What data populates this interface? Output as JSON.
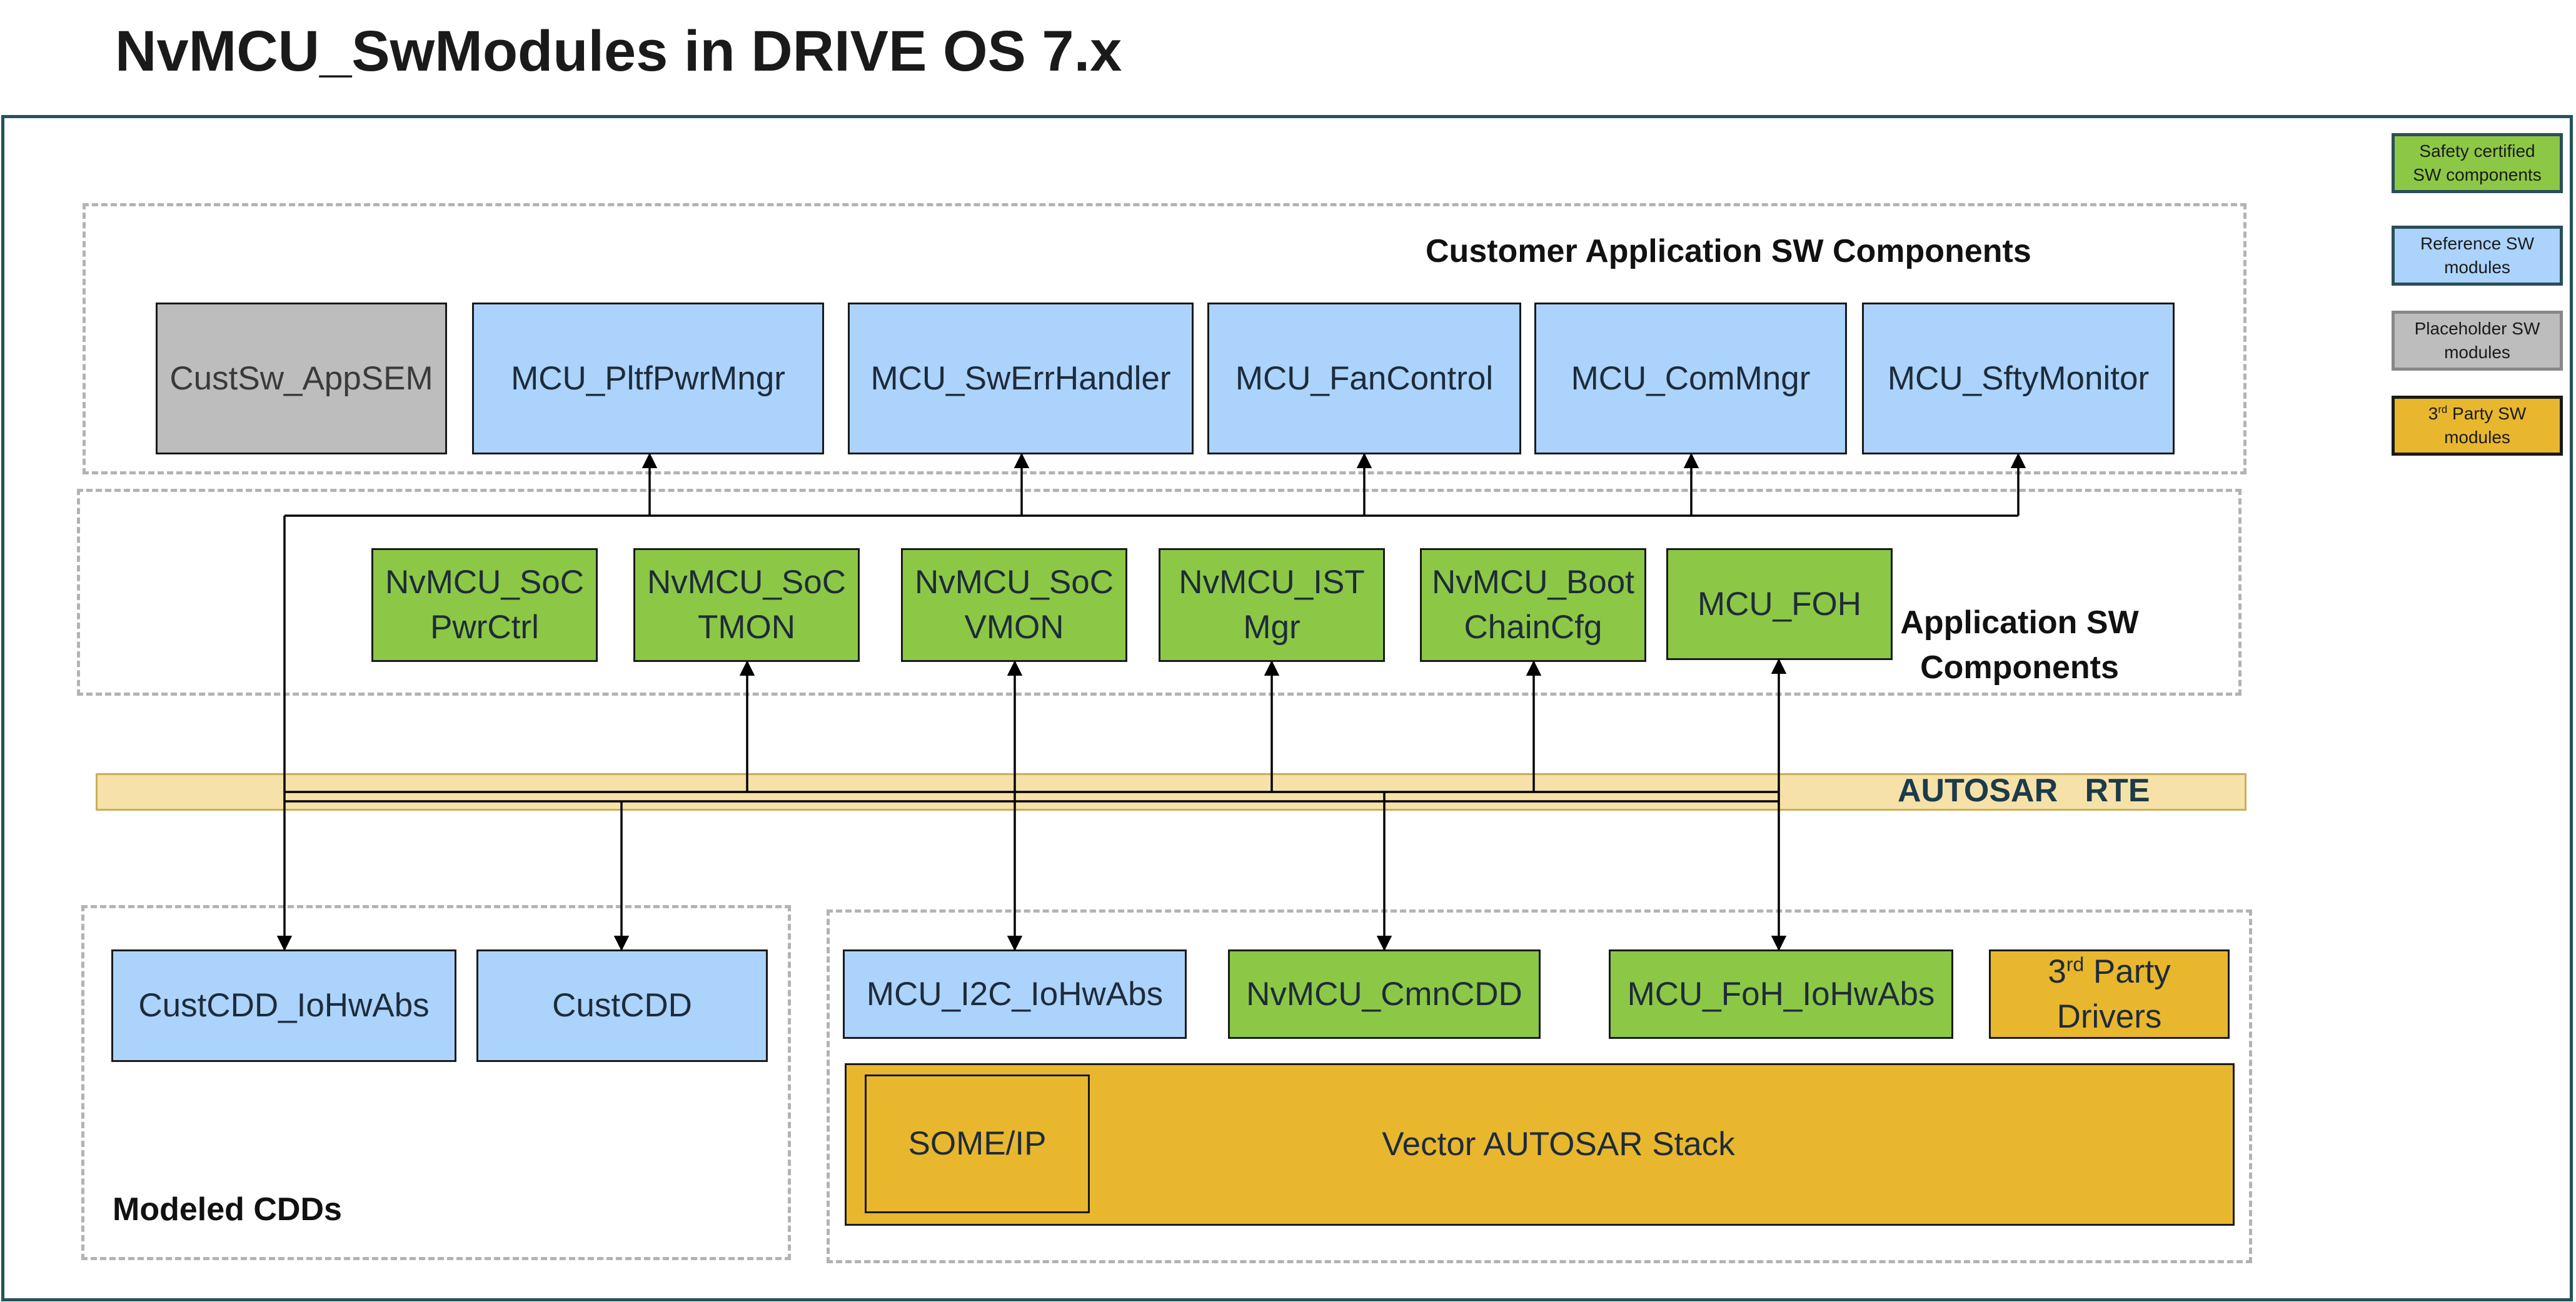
{
  "title": "NvMCU_SwModules in DRIVE OS 7.x",
  "sections": {
    "customer_app": "Customer Application SW Components",
    "app_sw_line1": "Application SW",
    "app_sw_line2": "Components",
    "rte": "AUTOSAR   RTE",
    "modeled_cdds": "Modeled CDDs"
  },
  "customer_components": [
    "CustSw_AppSEM",
    "MCU_PltfPwrMngr",
    "MCU_SwErrHandler",
    "MCU_FanControl",
    "MCU_ComMngr",
    "MCU_SftyMonitor"
  ],
  "app_components": [
    {
      "line1": "NvMCU_SoC",
      "line2": "PwrCtrl"
    },
    {
      "line1": "NvMCU_SoC",
      "line2": "TMON"
    },
    {
      "line1": "NvMCU_SoC",
      "line2": "VMON"
    },
    {
      "line1": "NvMCU_IST",
      "line2": "Mgr"
    },
    {
      "line1": "NvMCU_Boot",
      "line2": "ChainCfg"
    },
    {
      "line1": "MCU_FOH",
      "line2": ""
    }
  ],
  "cdds": [
    "CustCDD_IoHwAbs",
    "CustCDD"
  ],
  "bsw": {
    "i2c": "MCU_I2C_IoHwAbs",
    "cmn": "NvMCU_CmnCDD",
    "foh": "MCU_FoH_IoHwAbs",
    "third_party_sup": "rd",
    "third_party_prefix": "3",
    "third_party_line1_rest": " Party",
    "third_party_line2": "Drivers",
    "someip": "SOME/IP",
    "vector_stack": "Vector AUTOSAR Stack"
  },
  "legend": {
    "safety_line1": "Safety certified",
    "safety_line2": "SW components",
    "reference_line1": "Reference SW",
    "reference_line2": "modules",
    "placeholder_line1": "Placeholder SW",
    "placeholder_line2": "modules",
    "third_prefix": "3",
    "third_sup": "rd",
    "third_line1_rest": " Party SW",
    "third_line2": "modules"
  },
  "colors": {
    "safety_green": "#8cc845",
    "reference_blue": "#abd3fb",
    "placeholder_gray": "#bdbdbd",
    "third_party_gold": "#e8b72e",
    "rte_bar": "#f6e1a8",
    "frame": "#24535a"
  }
}
